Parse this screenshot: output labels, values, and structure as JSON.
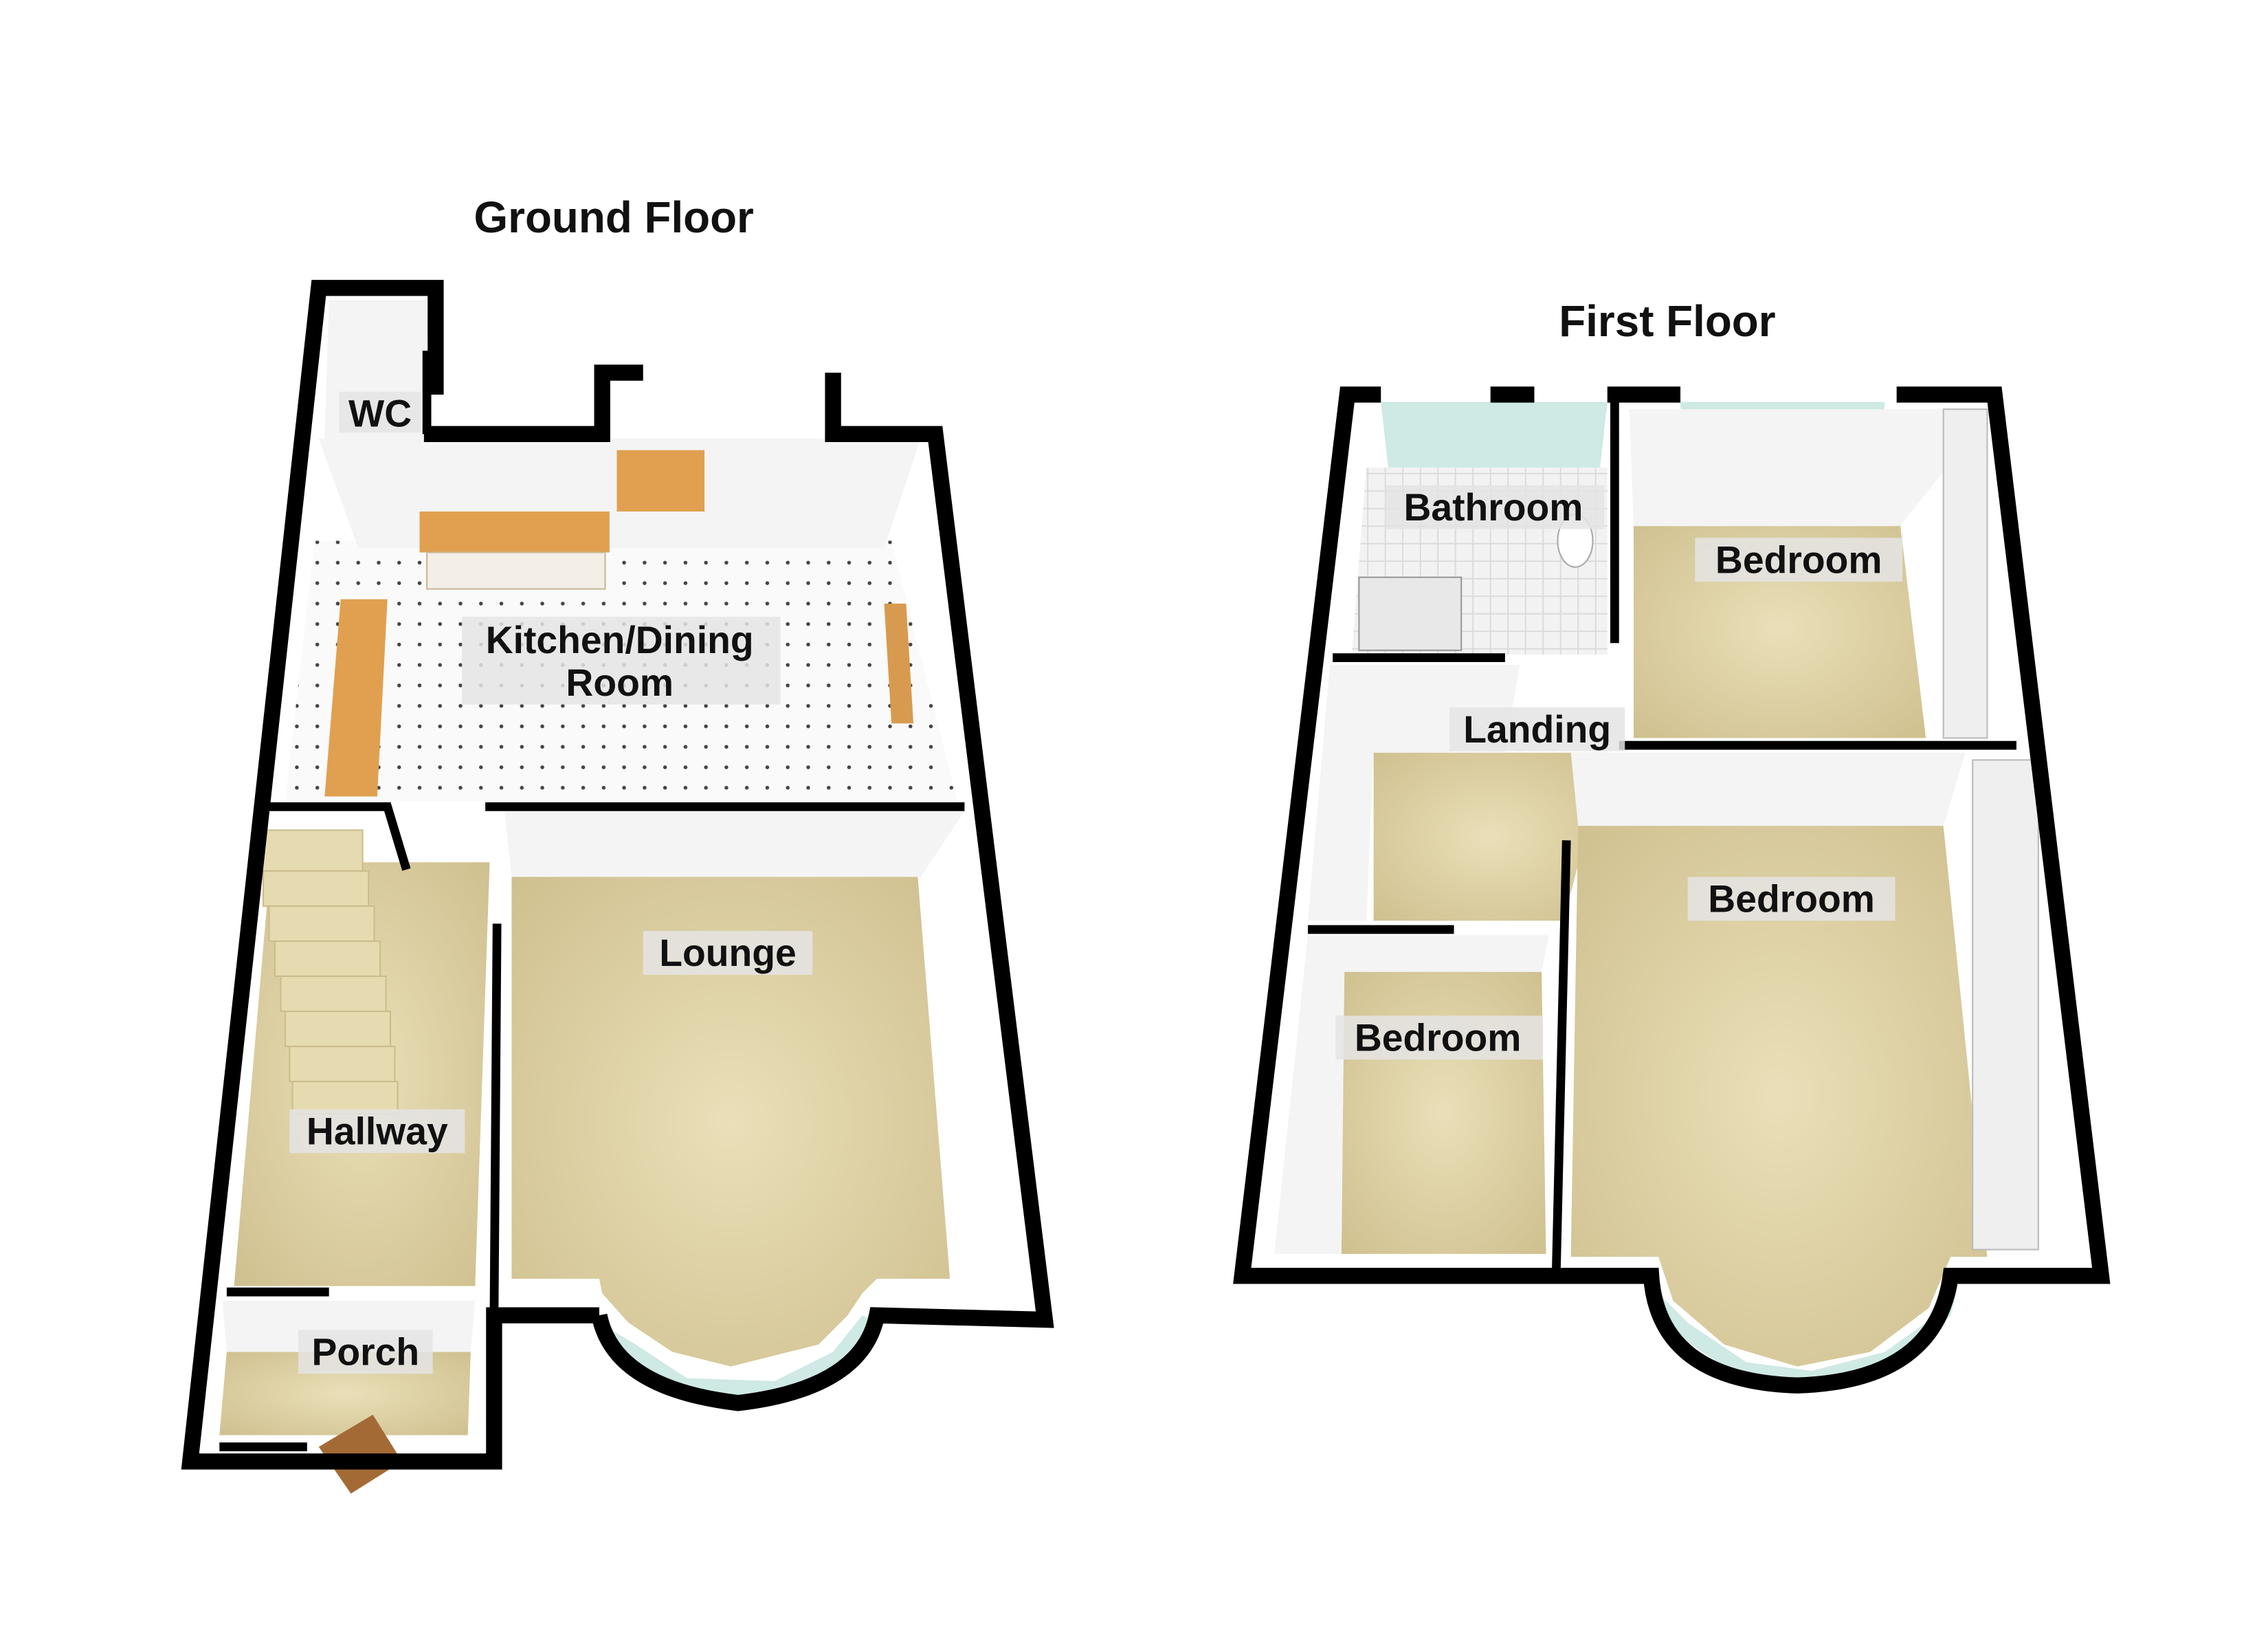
{
  "floors": [
    {
      "title": "Ground Floor",
      "rooms": {
        "wc": "WC",
        "kitchen_line1": "Kitchen/Dining",
        "kitchen_line2": "Room",
        "lounge": "Lounge",
        "hallway": "Hallway",
        "porch": "Porch"
      }
    },
    {
      "title": "First Floor",
      "rooms": {
        "bathroom": "Bathroom",
        "bedroom_rear": "Bedroom",
        "landing": "Landing",
        "bedroom_front": "Bedroom",
        "bedroom_small": "Bedroom"
      }
    }
  ],
  "colors": {
    "carpet": "#dccfa6",
    "wall": "#000000",
    "worktop": "#e0a050",
    "glass": "#cfe9e4"
  }
}
